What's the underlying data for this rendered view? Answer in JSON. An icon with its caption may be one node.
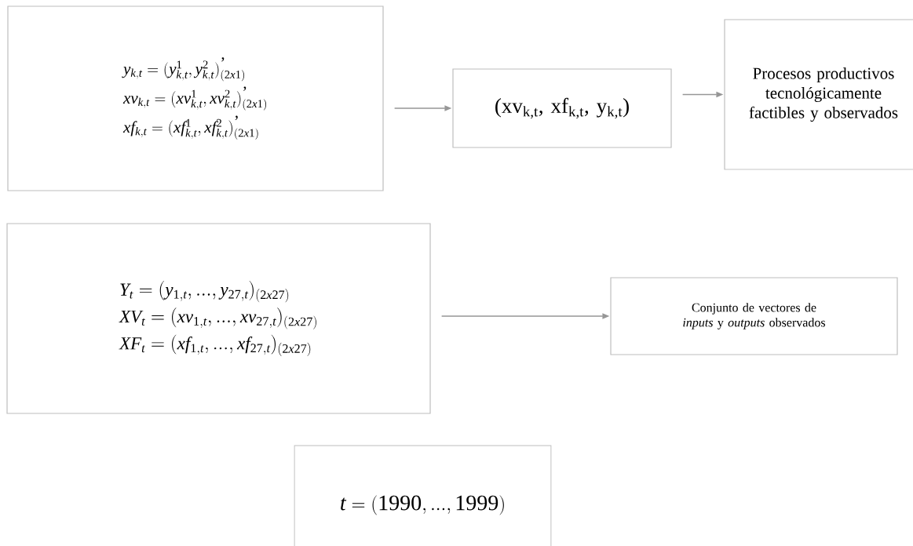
{
  "diagram": {
    "nodes": [
      {
        "text": [
          "y_{k,t} = ( y^{1}_{k,t}, y^{2}_{k,t} )^{\\mbox{'}}_{(2x1)}",
          "xv_{k,t} = ( xv^{1}_{k,t}, xv^{2}_{k,t} )^{\\mbox{'}}_{(2x1)}",
          "xf_{k,t} = ( xf^{1}_{k,t}, xf^{2}_{k,t} )^{\\mbox{'}}_{(2x1)}"
        ]
      },
      {
        "text": [
          "(xv$_{k,t}$, xf$_{k,t}$, y$_{k,t}$)"
        ]
      },
      {
        "text": [
          "Procesos productivos tecnológicamente factibles y observados"
        ]
      },
      {
        "text": [
          "Y_{t} = (y_{1,t} ,..., y_{27,t})_{(2x27)}",
          "XV_{t} = (xv_{1,t} ,..., xv_{27,t})_{(2x27)}",
          "XF_{t} = (xf_{1,t} ,..., xf_{27,t})_{(2x27)}"
        ]
      },
      {
        "text": [
          "Conjunto de vectores de *inputs* y *outputs* observados"
        ]
      },
      {
        "text": [
          "t = (1990,...,1999)"
        ]
      }
    ],
    "edges": [
      {
        "from": 0,
        "to": 1,
        "arrow": "to"
      },
      {
        "from": 1,
        "to": 2,
        "arrow": "to"
      },
      {
        "from": 3,
        "to": 4,
        "arrow": "to"
      }
    ]
  }
}
